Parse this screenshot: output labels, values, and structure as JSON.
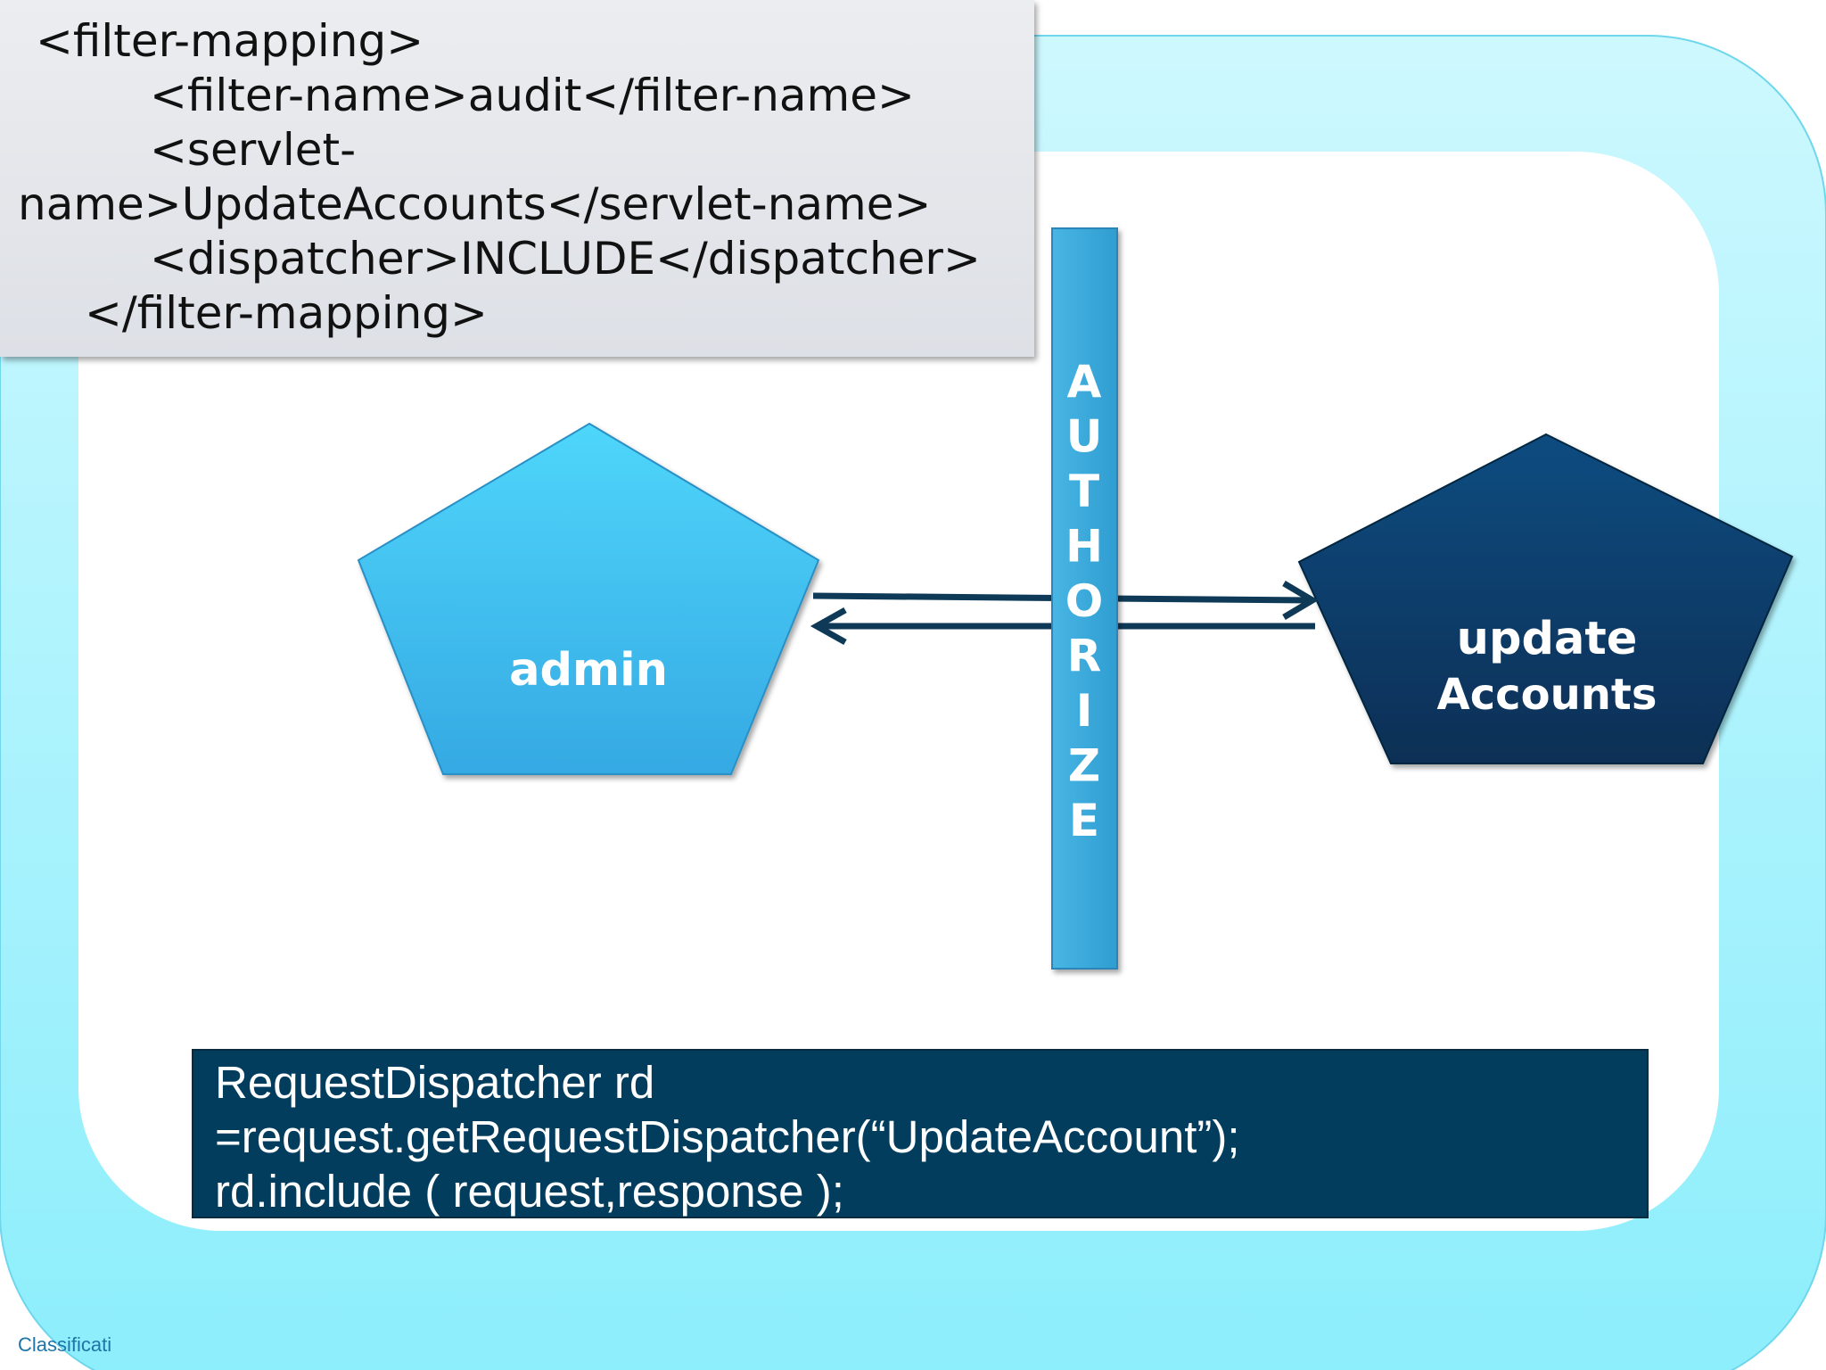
{
  "filter_mapping": {
    "lines": [
      "<filter-mapping>",
      "<filter-name>audit</filter-name>",
      "<servlet-",
      "name>UpdateAccounts</servlet-name>",
      "<dispatcher>INCLUDE</dispatcher>",
      "</filter-mapping>"
    ]
  },
  "nodes": {
    "admin": {
      "label": "admin"
    },
    "update_accounts": {
      "label_line1": "update",
      "label_line2": "Accounts"
    }
  },
  "authorize_bar": {
    "letters": [
      "A",
      "U",
      "T",
      "H",
      "O",
      "R",
      "I",
      "Z",
      "E"
    ]
  },
  "dispatcher_code": {
    "lines": [
      "RequestDispatcher rd",
      "=request.getRequestDispatcher(“UpdateAccount”);",
      "rd.include ( request,response );"
    ]
  },
  "footer": {
    "classification": "Classificati"
  },
  "colors": {
    "frame_cyan": "#9ef0fc",
    "admin_fill": "#3ebff0",
    "update_fill": "#0b3f6c",
    "authorize_fill": "#3aa8d8",
    "arrow": "#0e3a58",
    "dispatch_bg": "#033d5e"
  }
}
